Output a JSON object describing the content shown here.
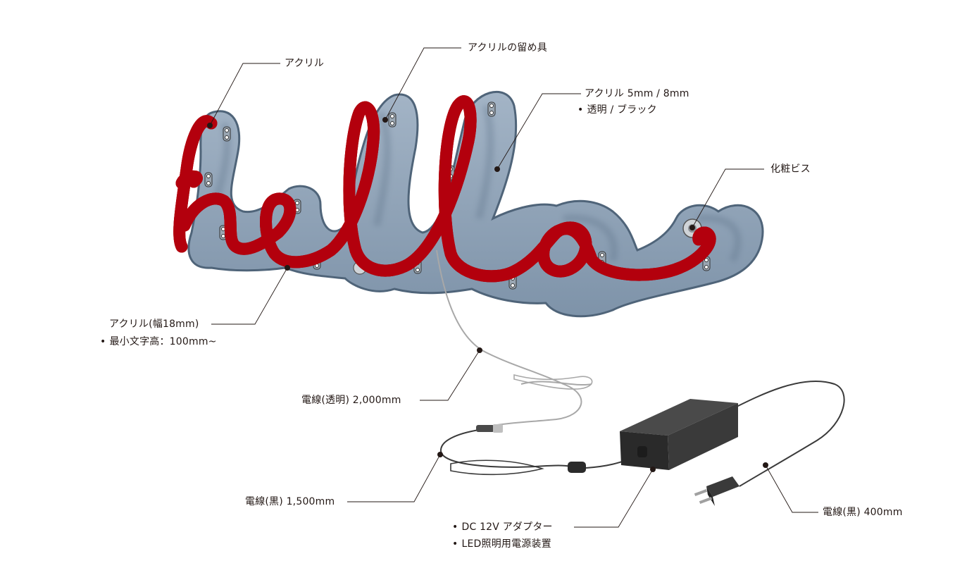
{
  "sign_text": "hello",
  "labels": {
    "acrylic": "アクリル",
    "acrylic_fastener": "アクリルの留め具",
    "acrylic_thickness": "アクリル 5mm / 8mm",
    "acrylic_color": "透明 / ブラック",
    "decorative_screw": "化粧ビス",
    "acrylic_width": "アクリル(幅18mm)",
    "min_char_height": "最小文字高：100mm~",
    "wire_clear": "電線(透明) 2,000mm",
    "wire_black_1500": "電線(黒) 1,500mm",
    "adapter": "DC 12V アダプター",
    "power_unit": "LED照明用電源装置",
    "wire_black_400": "電線(黒) 400mm"
  },
  "colors": {
    "neon_red": "#e60012",
    "acrylic_panel": "#8fa3b8",
    "acrylic_edge": "#5e7389",
    "leader_line": "#231815",
    "adapter_body": "#2b2b2b"
  },
  "icons": [
    "neon-sign",
    "acrylic-fastener-icon",
    "decorative-screw-icon",
    "power-adapter-icon",
    "power-plug-icon"
  ]
}
